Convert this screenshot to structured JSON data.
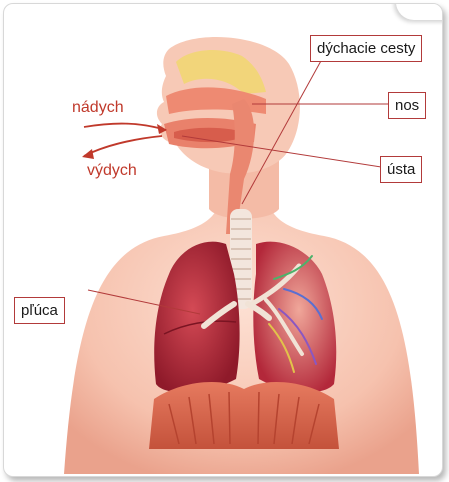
{
  "labels": {
    "airways": "dýchacie cesty",
    "nose": "nos",
    "mouth": "ústa",
    "lungs": "pľúca"
  },
  "breathing": {
    "inhale": "nádych",
    "exhale": "výdych"
  },
  "colors": {
    "label_border": "#b23a3a",
    "breath_text": "#c0392b",
    "skin": "#f6c6b4",
    "lung": "#b8283a",
    "airway": "#e8846e"
  }
}
